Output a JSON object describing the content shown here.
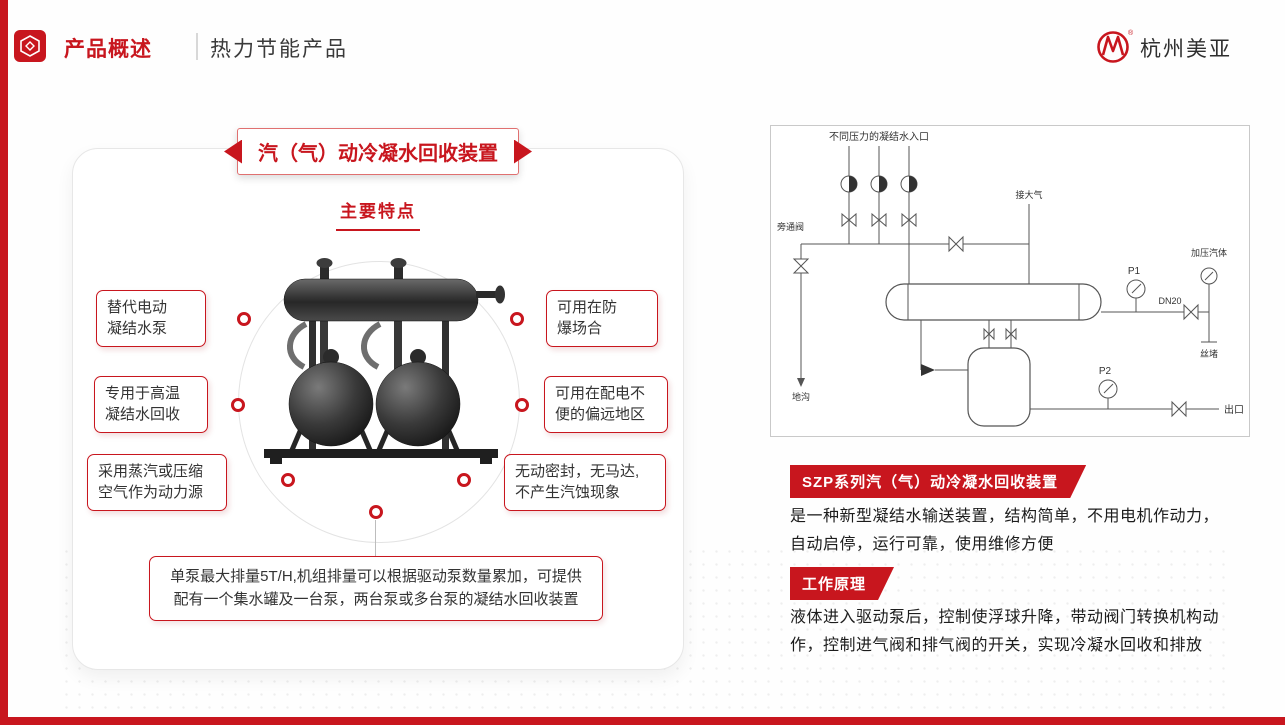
{
  "theme": {
    "accent": "#c8161e",
    "dark": "#333333",
    "border": "#e7e7e7"
  },
  "header": {
    "title": "产品概述",
    "subtitle": "热力节能产品",
    "brand": "杭州美亚"
  },
  "left_panel": {
    "banner_title": "汽（气）动冷凝水回收装置",
    "section_title": "主要特点",
    "features": [
      {
        "text": "替代电动\n凝结水泵"
      },
      {
        "text": "专用于高温\n凝结水回收"
      },
      {
        "text": "采用蒸汽或压缩\n空气作为动力源"
      },
      {
        "text": "可用在防\n爆场合"
      },
      {
        "text": "可用在配电不\n便的偏远地区"
      },
      {
        "text": "无动密封，无马达,\n不产生汽蚀现象"
      }
    ],
    "bottom_note": "单泵最大排量5T/H,机组排量可以根据驱动泵数量累加，可提供\n配有一个集水罐及一台泵，两台泵或多台泵的凝结水回收装置"
  },
  "diagram": {
    "labels": {
      "inlet": "不同压力的凝结水入口",
      "bypass_valve": "旁通阀",
      "to_atmosphere": "接大气",
      "floor_drain": "地沟",
      "p1": "P1",
      "dn20": "DN20",
      "pressurized_gas": "加压汽体",
      "plug": "丝堵",
      "p2": "P2",
      "outlet": "出口"
    }
  },
  "right_panel": {
    "sections": [
      {
        "title": "SZP系列汽（气）动冷凝水回收装置",
        "body": "是一种新型凝结水输送装置，结构简单，不用电机作动力，\n自动启停，运行可靠，使用维修方便"
      },
      {
        "title": "工作原理",
        "body": "液体进入驱动泵后，控制使浮球升降，带动阀门转换机构动\n作，控制进气阀和排气阀的开关，实现冷凝水回收和排放"
      }
    ]
  }
}
